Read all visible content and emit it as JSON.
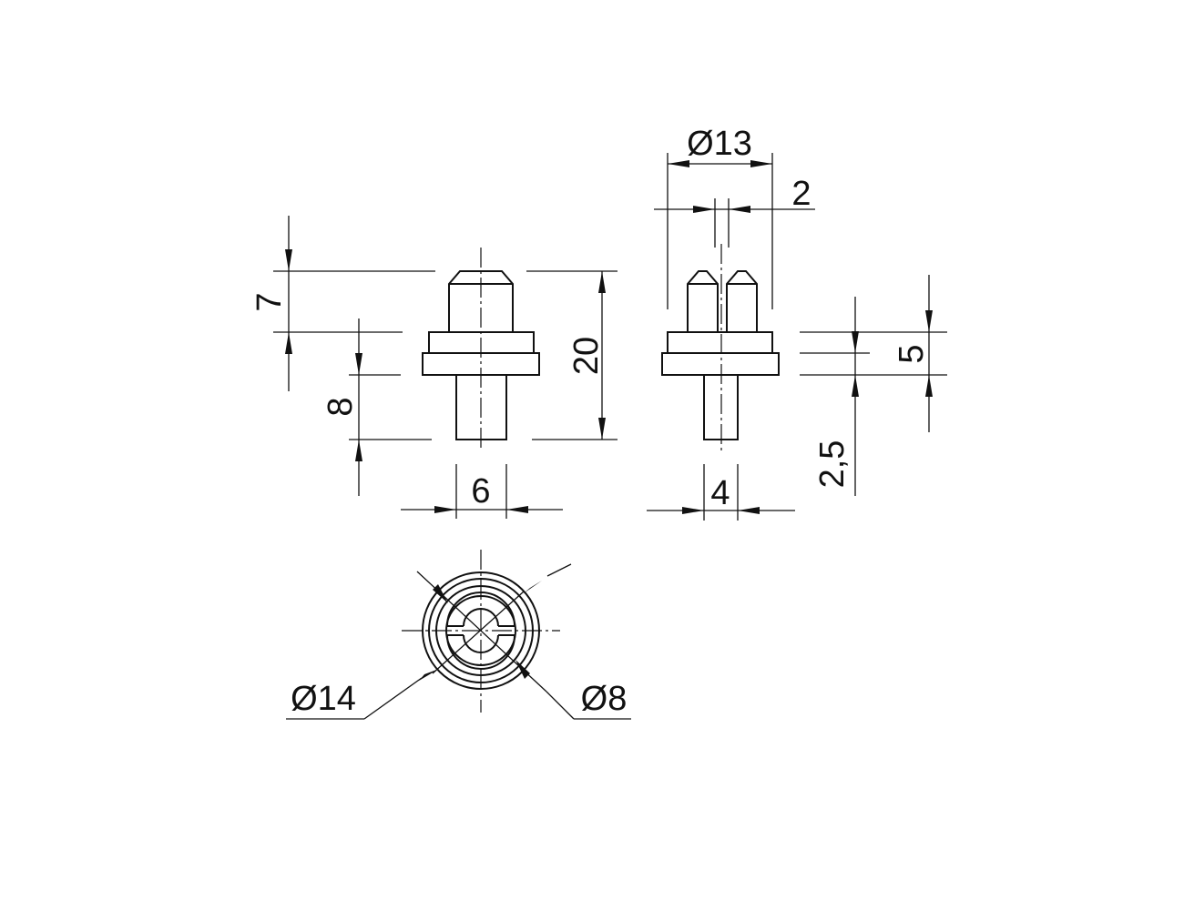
{
  "dimensions": {
    "top_height": "7",
    "stem_height": "8",
    "total_height": "20",
    "stem_width": "6",
    "pin_width": "4",
    "flange_diameter_side": "Ø13",
    "slot_width": "2",
    "flange_height": "5",
    "collar_height": "2,5",
    "outer_diameter": "Ø14",
    "inner_diameter": "Ø8"
  }
}
